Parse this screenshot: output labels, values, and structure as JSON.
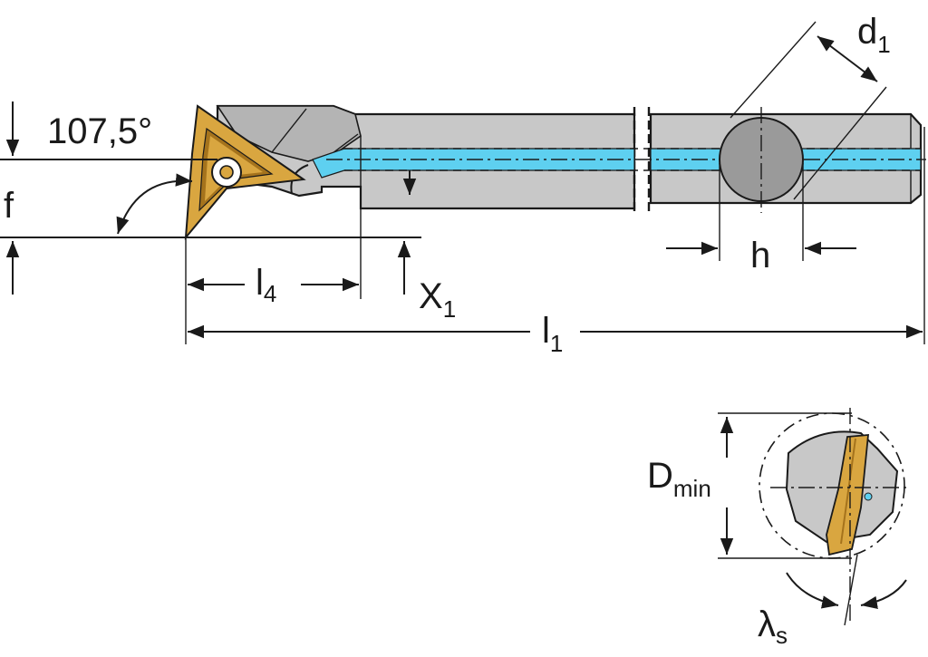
{
  "labels": {
    "angle": "107,5°",
    "f": "f",
    "l4_main": "l",
    "l4_sub": "4",
    "x1_main": "X",
    "x1_sub": "1",
    "l1_main": "l",
    "l1_sub": "1",
    "h": "h",
    "d1_main": "d",
    "d1_sub": "1",
    "dmin_main": "D",
    "dmin_sub": "min",
    "lambda_main": "λ",
    "lambda_sub": "s"
  },
  "colors": {
    "shank": "#c8c8c8",
    "shank_dark": "#9a9a9a",
    "coolant": "#5ed0f0",
    "insert": "#d9a640",
    "insert_dark": "#a5731c",
    "outline": "#1a1a1a"
  }
}
